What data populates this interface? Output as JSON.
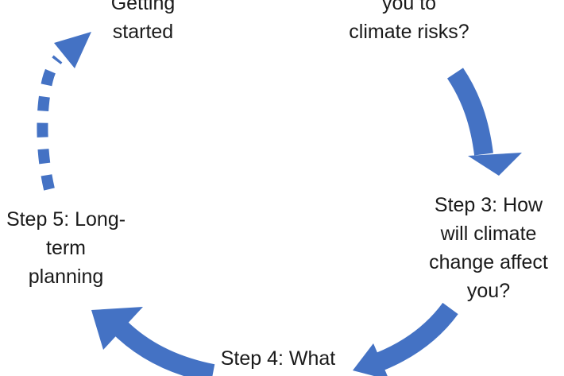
{
  "colors": {
    "arrow": "#4472C4",
    "text": "#1a1a1a",
    "background": "#ffffff"
  },
  "steps": [
    {
      "id": "step-1",
      "label": "Getting\nstarted"
    },
    {
      "id": "step-2",
      "label": "you to\nclimate risks?"
    },
    {
      "id": "step-3",
      "label": "Step 3: How\nwill climate\nchange affect\nyou?"
    },
    {
      "id": "step-4",
      "label": "Step 4: What"
    },
    {
      "id": "step-5",
      "label": "Step 5: Long-\nterm\nplanning"
    }
  ],
  "arrows": [
    {
      "name": "arrow-step2-to-step3",
      "style": "solid"
    },
    {
      "name": "arrow-step3-to-step4",
      "style": "solid"
    },
    {
      "name": "arrow-step4-to-step5",
      "style": "solid"
    },
    {
      "name": "arrow-step5-to-step1",
      "style": "dashed"
    }
  ]
}
